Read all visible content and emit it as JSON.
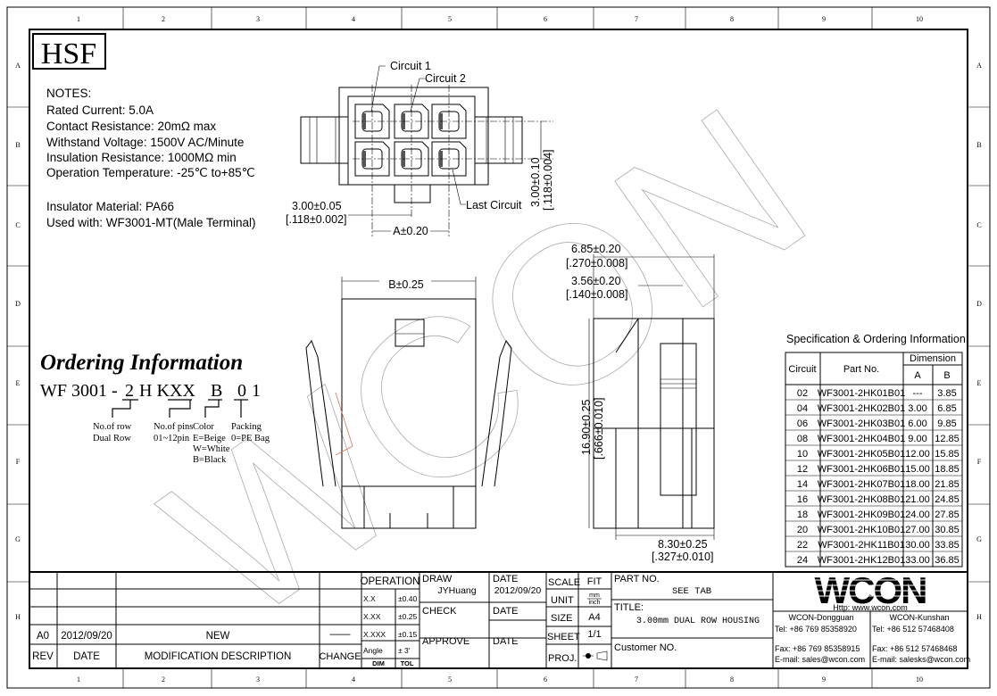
{
  "frame": {
    "columns": [
      "1",
      "2",
      "3",
      "4",
      "5",
      "6",
      "7",
      "8",
      "9",
      "10"
    ],
    "rows": [
      "A",
      "B",
      "C",
      "D",
      "E",
      "F",
      "G",
      "H"
    ]
  },
  "logo": "HSF",
  "watermark": "WCON",
  "notes": {
    "heading": "NOTES:",
    "lines": [
      "Rated Current: 5.0A",
      "Contact Resistance: 20mΩ   max",
      "Withstand Voltage: 1500V AC/Minute",
      "Insulation Resistance: 1000MΩ min",
      "Operation Temperature: -25℃ to+85℃"
    ],
    "material": "Insulator Material: PA66",
    "used_with": "Used with: WF3001-MT(Male Terminal)"
  },
  "top_view": {
    "circuit1": "Circuit 1",
    "circuit2": "Circuit 2",
    "last_circuit": "Last Circuit",
    "pitch": "3.00±0.05",
    "pitch_inch": "[.118±0.002]",
    "a_dim": "A±0.20",
    "row_pitch": "3.00±0.10",
    "row_pitch_inch": "[.118±0.004]"
  },
  "front_view": {
    "b_dim": "B±0.25"
  },
  "side_view": {
    "width": "6.85±0.20",
    "width_inch": "[.270±0.008]",
    "inner": "3.56±0.20",
    "inner_inch": "[.140±0.008]",
    "height": "16.90±0.25",
    "height_inch": "[.666±0.010]",
    "depth": "8.30±0.25",
    "depth_inch": "[.327±0.010]"
  },
  "ordering": {
    "title": "Ordering Information",
    "code_prefix": "WF 3001 -",
    "code_row": "2",
    "code_hk": "H K",
    "code_pins": "XX",
    "code_color": "B",
    "code_pack": "0",
    "code_end": "1",
    "row_label": "No.of row",
    "row_value": "Dual Row",
    "pins_label": "No.of pins",
    "pins_value": "01~12pin",
    "color_label": "Color",
    "color_values": [
      "E=Beige",
      "W=White",
      "B=Black"
    ],
    "pack_label": "Packing",
    "pack_value": "0=PE Bag"
  },
  "spec_table": {
    "title": "Specification & Ordering Information:",
    "headers": {
      "circuit": "Circuit",
      "part": "Part No.",
      "dimension": "Dimension",
      "a": "A",
      "b": "B"
    },
    "rows": [
      {
        "circuit": "02",
        "part": "WF3001-2HK01B01",
        "a": "---",
        "b": "3.85"
      },
      {
        "circuit": "04",
        "part": "WF3001-2HK02B01",
        "a": "3.00",
        "b": "6.85"
      },
      {
        "circuit": "06",
        "part": "WF3001-2HK03B01",
        "a": "6.00",
        "b": "9.85"
      },
      {
        "circuit": "08",
        "part": "WF3001-2HK04B01",
        "a": "9.00",
        "b": "12.85"
      },
      {
        "circuit": "10",
        "part": "WF3001-2HK05B01",
        "a": "12.00",
        "b": "15.85"
      },
      {
        "circuit": "12",
        "part": "WF3001-2HK06B01",
        "a": "15.00",
        "b": "18.85"
      },
      {
        "circuit": "14",
        "part": "WF3001-2HK07B01",
        "a": "18.00",
        "b": "21.85"
      },
      {
        "circuit": "16",
        "part": "WF3001-2HK08B01",
        "a": "21.00",
        "b": "24.85"
      },
      {
        "circuit": "18",
        "part": "WF3001-2HK09B01",
        "a": "24.00",
        "b": "27.85"
      },
      {
        "circuit": "20",
        "part": "WF3001-2HK10B01",
        "a": "27.00",
        "b": "30.85"
      },
      {
        "circuit": "22",
        "part": "WF3001-2HK11B01",
        "a": "30.00",
        "b": "33.85"
      },
      {
        "circuit": "24",
        "part": "WF3001-2HK12B01",
        "a": "33.00",
        "b": "36.85"
      }
    ]
  },
  "title_block": {
    "rev_header": "REV",
    "date_header": "DATE",
    "desc_header": "MODIFICATION DESCRIPTION",
    "change_header": "CHANGE",
    "rev": "A0",
    "rev_date": "2012/09/20",
    "rev_desc": "NEW",
    "rev_change": "——",
    "operation": "OPERATION",
    "tolerances": [
      {
        "dim": "X.X",
        "tol": "±0.40"
      },
      {
        "dim": "X.XX",
        "tol": "±0.25"
      },
      {
        "dim": "X.XXX",
        "tol": "±0.15"
      },
      {
        "dim": "Angle",
        "tol": "± 3'"
      }
    ],
    "dim_label": "DIM",
    "tol_label": "TOL",
    "draw": "DRAW",
    "drawer": "JYHuang",
    "draw_date_label": "DATE",
    "draw_date": "2012/09/20",
    "check": "CHECK",
    "check_date_label": "DATE",
    "approve": "APPROVE",
    "approve_date_label": "DATE",
    "scale_label": "SCALE",
    "scale": "FIT",
    "unit_label": "UNIT",
    "unit_mm": "mm",
    "unit_inch": "inch",
    "size_label": "SIZE",
    "size": "A4",
    "sheet_label": "SHEET",
    "sheet": "1/1",
    "proj_label": "PROJ.",
    "part_no_label": "PART NO.",
    "part_no": "SEE TAB",
    "title_label": "TITLE:",
    "title": "3.00mm DUAL ROW HOUSING",
    "customer_label": "Customer NO.",
    "company_logo": "WCON",
    "website": "Http: www.wcon.com",
    "dg": {
      "name": "WCON-Dongguan",
      "tel": "Tel: +86 769 85358920",
      "fax": "Fax: +86 769 85358915",
      "email": "E-mail: sales@wcon.com"
    },
    "ks": {
      "name": "WCON-Kunshan",
      "tel": "Tel: +86 512 57468408",
      "fax": "Fax: +86 512 57468468",
      "email": "E-mail: salesks@wcon.com"
    }
  }
}
